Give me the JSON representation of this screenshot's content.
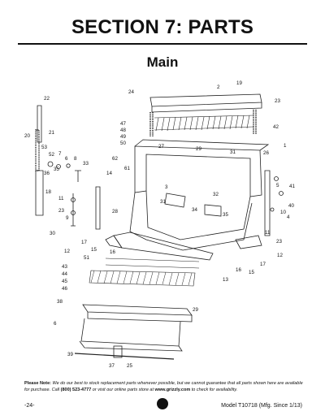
{
  "page": {
    "section_title": "SECTION 7: PARTS",
    "sub_title": "Main",
    "note_label": "Please Note:",
    "note_text_1": " We do our best to stock replacement parts whenever possible, but we cannot guarantee that all parts shown here are available for purchase. Call ",
    "note_phone": "(800) 523-4777",
    "note_text_2": " or visit our online parts store at ",
    "note_url": "www.grizzly.com",
    "note_text_3": " to check for availability.",
    "page_number": "-24-",
    "model": "Model T10718 (Mfg. Since 1/13)"
  },
  "callouts": [
    {
      "id": "c19",
      "label": "19"
    },
    {
      "id": "c2",
      "label": "2"
    },
    {
      "id": "c24",
      "label": "24"
    },
    {
      "id": "c23a",
      "label": "23"
    },
    {
      "id": "c22",
      "label": "22"
    },
    {
      "id": "c47",
      "label": "47"
    },
    {
      "id": "c48",
      "label": "48"
    },
    {
      "id": "c49",
      "label": "49"
    },
    {
      "id": "c50",
      "label": "50"
    },
    {
      "id": "c42",
      "label": "42"
    },
    {
      "id": "c21",
      "label": "21"
    },
    {
      "id": "c20",
      "label": "20"
    },
    {
      "id": "c53",
      "label": "53"
    },
    {
      "id": "c52",
      "label": "52"
    },
    {
      "id": "c7",
      "label": "7"
    },
    {
      "id": "c6",
      "label": "6"
    },
    {
      "id": "c8",
      "label": "8"
    },
    {
      "id": "c33",
      "label": "33"
    },
    {
      "id": "c36",
      "label": "36"
    },
    {
      "id": "c35a",
      "label": "35"
    },
    {
      "id": "c62",
      "label": "62"
    },
    {
      "id": "c61",
      "label": "61"
    },
    {
      "id": "c27",
      "label": "27"
    },
    {
      "id": "c29a",
      "label": "29"
    },
    {
      "id": "c31a",
      "label": "31"
    },
    {
      "id": "c26",
      "label": "26"
    },
    {
      "id": "c1",
      "label": "1"
    },
    {
      "id": "c14",
      "label": "14"
    },
    {
      "id": "c18",
      "label": "18"
    },
    {
      "id": "c11a",
      "label": "11"
    },
    {
      "id": "c23b",
      "label": "23"
    },
    {
      "id": "c9",
      "label": "9"
    },
    {
      "id": "c30",
      "label": "30"
    },
    {
      "id": "c3",
      "label": "3"
    },
    {
      "id": "c31b",
      "label": "31"
    },
    {
      "id": "c32",
      "label": "32"
    },
    {
      "id": "c34",
      "label": "34"
    },
    {
      "id": "c35b",
      "label": "35"
    },
    {
      "id": "c5",
      "label": "5"
    },
    {
      "id": "c41",
      "label": "41"
    },
    {
      "id": "c40",
      "label": "40"
    },
    {
      "id": "c10",
      "label": "10"
    },
    {
      "id": "c4",
      "label": "4"
    },
    {
      "id": "c28",
      "label": "28"
    },
    {
      "id": "c17a",
      "label": "17"
    },
    {
      "id": "c15a",
      "label": "15"
    },
    {
      "id": "c16a",
      "label": "16"
    },
    {
      "id": "c12a",
      "label": "12"
    },
    {
      "id": "c11b",
      "label": "11"
    },
    {
      "id": "c23c",
      "label": "23"
    },
    {
      "id": "c12b",
      "label": "12"
    },
    {
      "id": "c17b",
      "label": "17"
    },
    {
      "id": "c16b",
      "label": "16"
    },
    {
      "id": "c15b",
      "label": "15"
    },
    {
      "id": "c51",
      "label": "51"
    },
    {
      "id": "c13",
      "label": "13"
    },
    {
      "id": "c43",
      "label": "43"
    },
    {
      "id": "c44",
      "label": "44"
    },
    {
      "id": "c45",
      "label": "45"
    },
    {
      "id": "c46",
      "label": "46"
    },
    {
      "id": "c38",
      "label": "38"
    },
    {
      "id": "c29b",
      "label": "29"
    },
    {
      "id": "c39",
      "label": "39"
    },
    {
      "id": "c37",
      "label": "37"
    },
    {
      "id": "c25",
      "label": "25"
    },
    {
      "id": "c6b",
      "label": "6"
    }
  ]
}
